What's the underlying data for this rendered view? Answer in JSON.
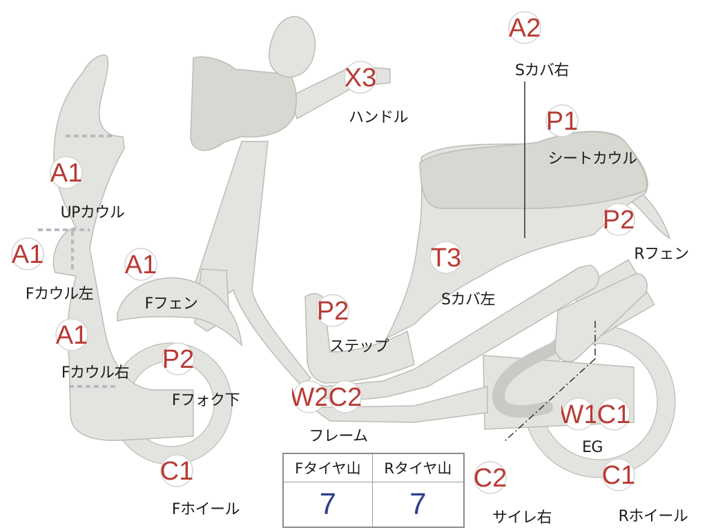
{
  "parts": [
    {
      "id": "a2",
      "code": "A2",
      "label": "Sカバ右"
    },
    {
      "id": "x3",
      "code": "X3",
      "label": "ハンドル"
    },
    {
      "id": "p1",
      "code": "P1",
      "label": "シートカウル"
    },
    {
      "id": "a1up",
      "code": "A1",
      "label": "UPカウル"
    },
    {
      "id": "p2r",
      "code": "P2",
      "label": "Rフェン"
    },
    {
      "id": "a1fl",
      "code": "A1",
      "label": "Fカウル左"
    },
    {
      "id": "a1ff",
      "code": "A1",
      "label": "Fフェン"
    },
    {
      "id": "t3",
      "code": "T3",
      "label": "Sカバ左"
    },
    {
      "id": "p2s",
      "code": "P2",
      "label": "ステップ"
    },
    {
      "id": "a1fr",
      "code": "A1",
      "label": "Fカウル右"
    },
    {
      "id": "p2f",
      "code": "P2",
      "label": "Fフォク下"
    },
    {
      "id": "w2",
      "code": "W2",
      "label": ""
    },
    {
      "id": "c2f",
      "code": "C2",
      "label": "フレーム"
    },
    {
      "id": "w1",
      "code": "W1",
      "label": ""
    },
    {
      "id": "c1e",
      "code": "C1",
      "label": "EG"
    },
    {
      "id": "c1f",
      "code": "C1",
      "label": "Fホイール"
    },
    {
      "id": "c2s",
      "code": "C2",
      "label": "サイレ右"
    },
    {
      "id": "c1r",
      "code": "C1",
      "label": "Rホイール"
    }
  ],
  "tire_table": {
    "front_header": "Fタイヤ山",
    "rear_header": "Rタイヤ山",
    "front_value": "7",
    "rear_value": "7"
  },
  "colors": {
    "code_text": "#b83a34",
    "table_value": "#2e3f8f",
    "part_fill": "#e3e3df"
  }
}
